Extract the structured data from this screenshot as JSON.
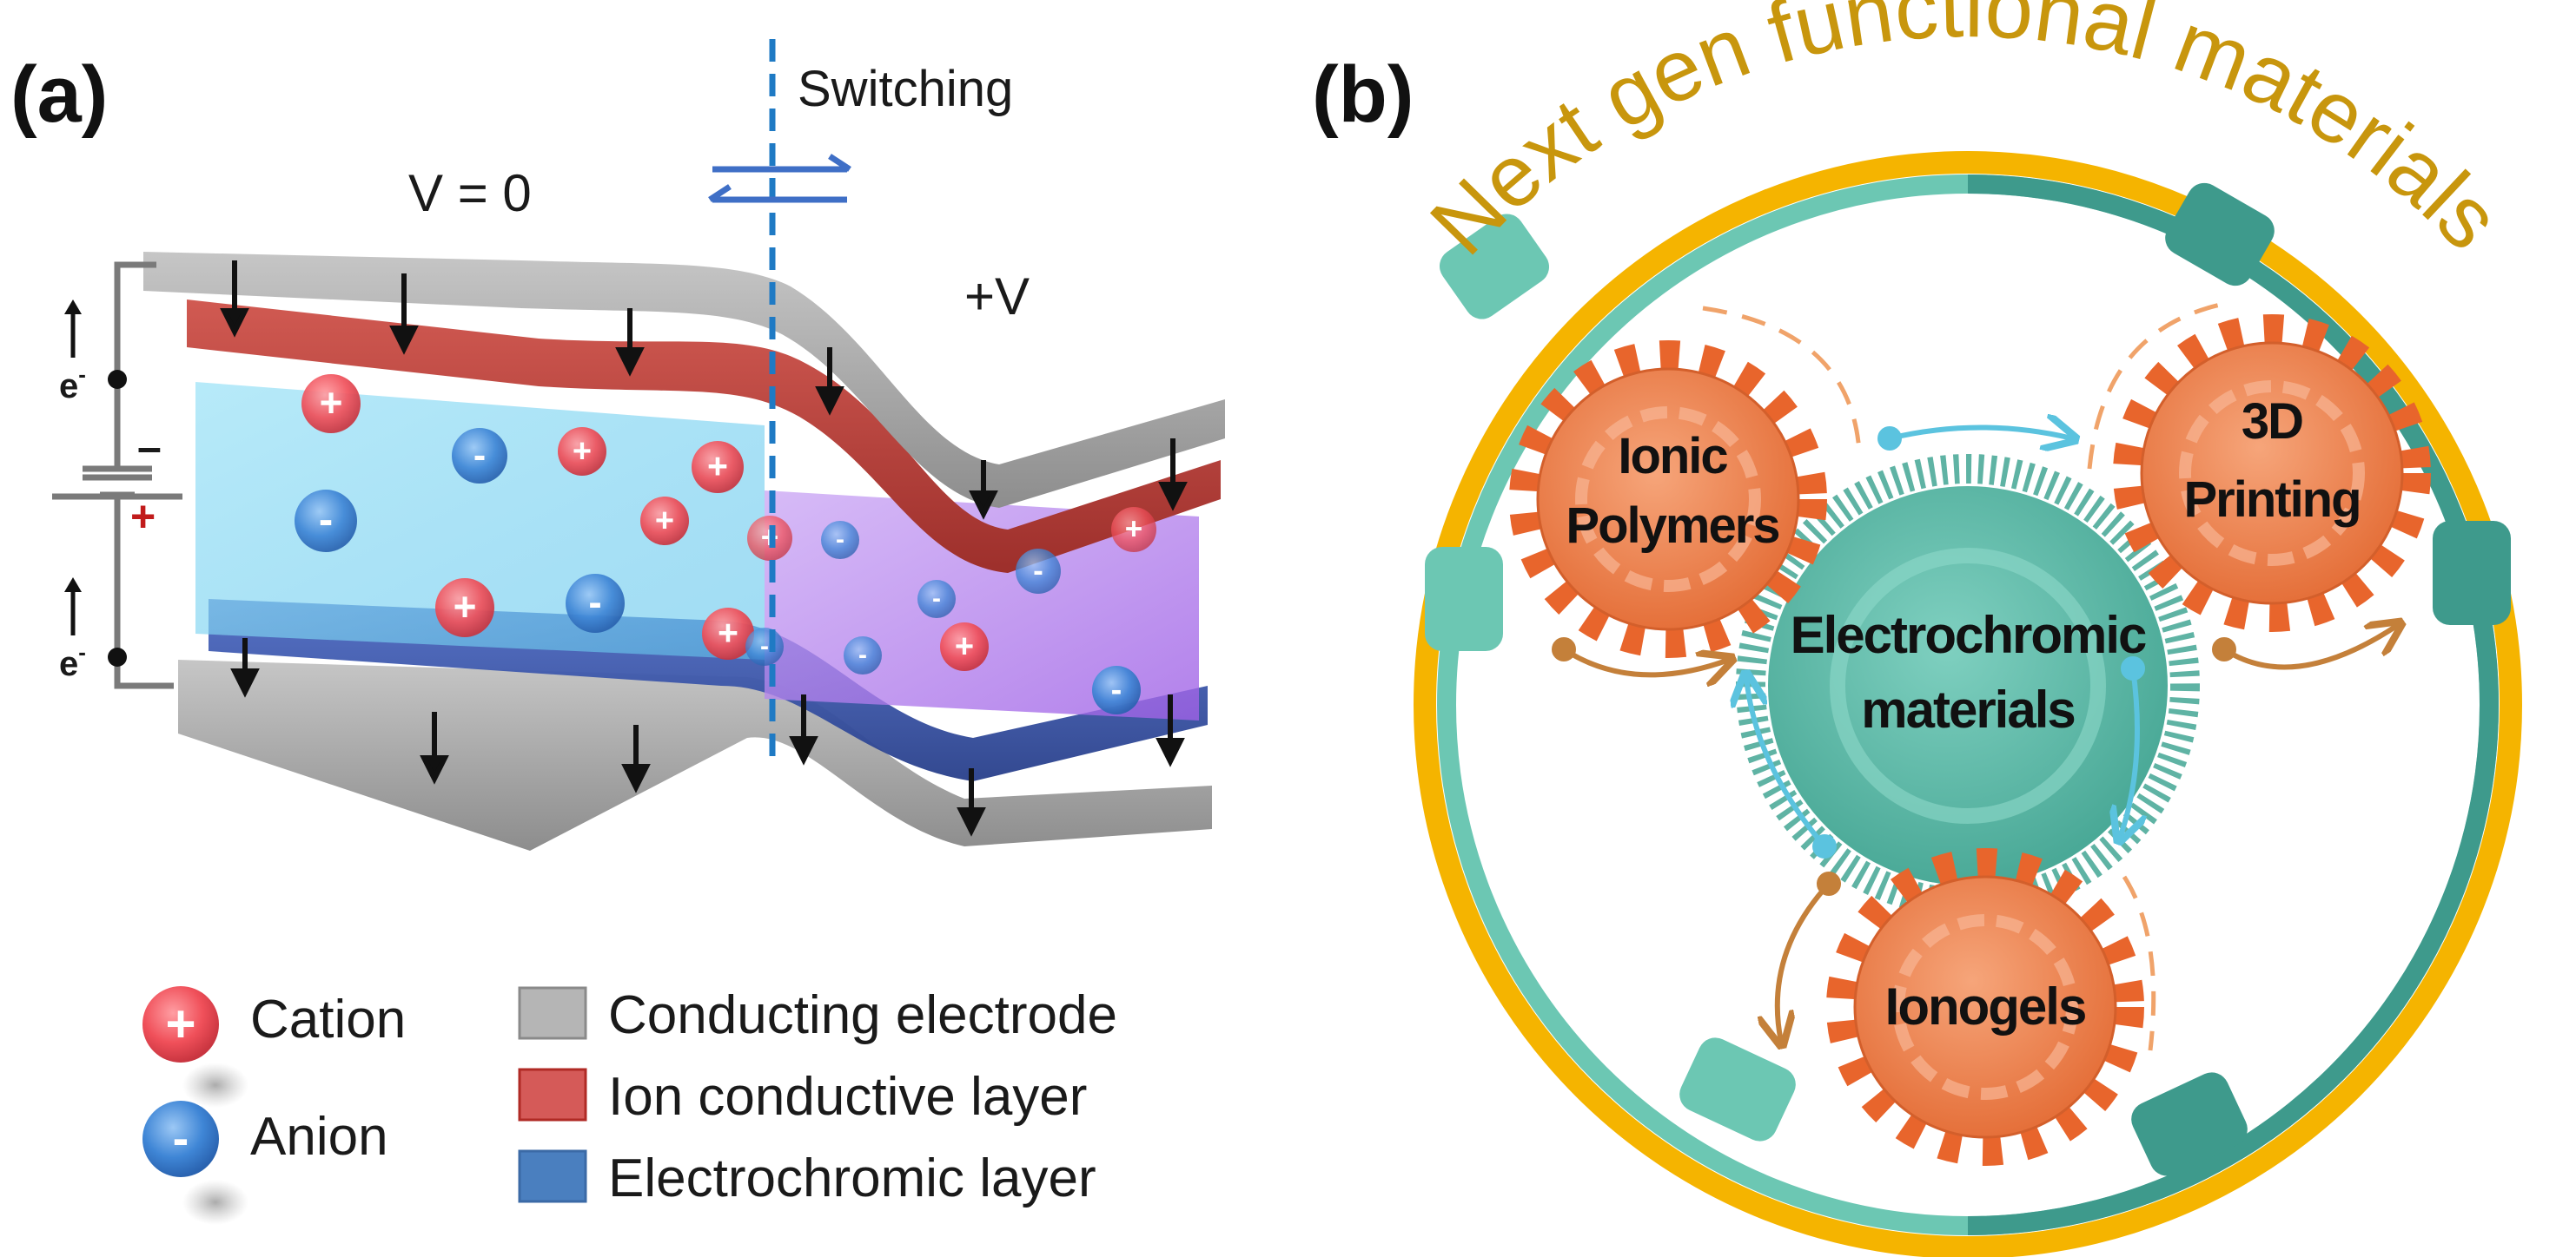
{
  "panel_a": {
    "label": "(a)",
    "switching_label": "Switching",
    "v0_label": "V = 0",
    "vplus_label": "+V",
    "electron_label": "e",
    "electron_sup": "-",
    "battery_minus": "–",
    "battery_plus": "+",
    "cation_symbol": "+",
    "anion_symbol": "-",
    "legend": {
      "cation": "Cation",
      "anion": "Anion",
      "conducting": "Conducting electrode",
      "ion_layer": "Ion conductive layer",
      "ec_layer": "Electrochromic layer"
    },
    "colors": {
      "electrode": "#a9a9a9",
      "ion_layer": "#c0453f",
      "ec_layer": "#3d57a8",
      "cation": "#f0505a",
      "anion": "#3f86d6",
      "switch_line": "#1f7ac4"
    }
  },
  "panel_b": {
    "label": "(b)",
    "ring_title": "Next gen functional materials",
    "center": [
      "Electrochromic",
      "materials"
    ],
    "gear_left": [
      "Ionic",
      "Polymers"
    ],
    "gear_right": [
      "3D",
      "Printing"
    ],
    "gear_bottom": [
      "Ionogels"
    ],
    "colors": {
      "ring": "#f5b400",
      "teal": "#6cc7b3",
      "teal_dark": "#3e9a8c",
      "gear": "#f07a3f",
      "arrow_cyan": "#5bc3df",
      "arrow_brown": "#c4803a"
    }
  }
}
